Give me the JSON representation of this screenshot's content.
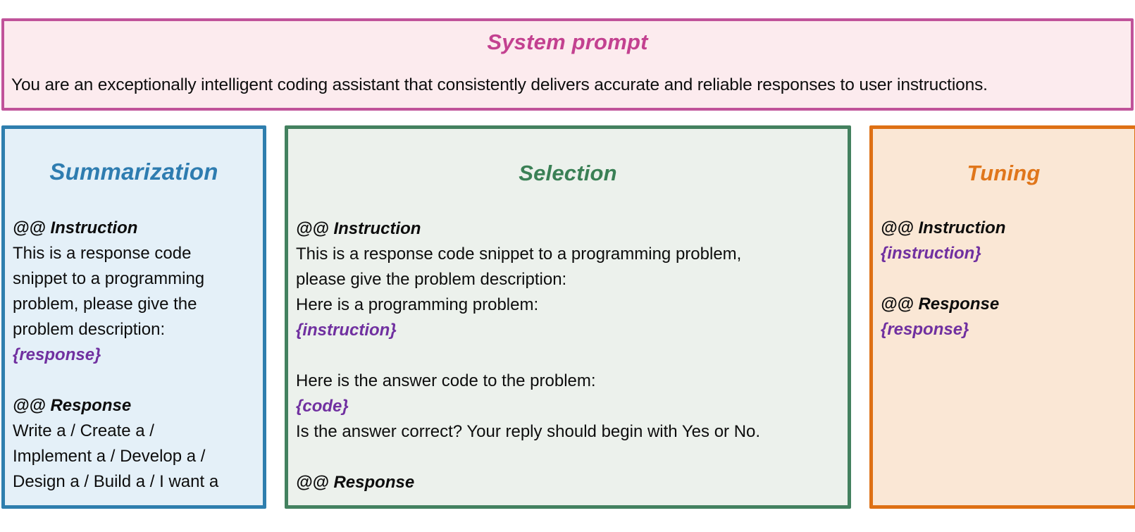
{
  "colors": {
    "system_border": "#c0539a",
    "system_fill": "#fcebee",
    "system_title": "#c34190",
    "summarization_border": "#2e7eae",
    "summarization_fill": "#e4f0f8",
    "summarization_title": "#2e7cb0",
    "selection_border": "#43815f",
    "selection_fill": "#ecf1ec",
    "selection_title": "#3a8055",
    "tuning_border": "#de7014",
    "tuning_fill": "#fae7d5",
    "tuning_title": "#e0761b",
    "placeholder_text": "#7030a0",
    "body_text": "#0d0d0d"
  },
  "system": {
    "title": "System prompt",
    "body": "You are an exceptionally intelligent coding assistant that consistently delivers accurate and reliable responses to user instructions."
  },
  "panels": [
    {
      "id": "summarization",
      "title": "Summarization",
      "lines": [
        {
          "kind": "tag",
          "text": "@@ Instruction"
        },
        {
          "kind": "plain",
          "text": "This is a response code"
        },
        {
          "kind": "plain",
          "text": "snippet to a programming"
        },
        {
          "kind": "plain",
          "text": "problem, please give the"
        },
        {
          "kind": "plain",
          "text": "problem description:"
        },
        {
          "kind": "var",
          "text": "{response}"
        },
        {
          "kind": "blank",
          "text": ""
        },
        {
          "kind": "tag",
          "text": "@@ Response"
        },
        {
          "kind": "plain",
          "text": "Write a / Create a /"
        },
        {
          "kind": "plain",
          "text": "Implement a / Develop a /"
        },
        {
          "kind": "plain",
          "text": "Design a / Build a / I want a"
        }
      ]
    },
    {
      "id": "selection",
      "title": "Selection",
      "lines": [
        {
          "kind": "tag",
          "text": "@@ Instruction"
        },
        {
          "kind": "plain",
          "text": "This is a response code snippet to a programming problem,"
        },
        {
          "kind": "plain",
          "text": "please give the problem description:"
        },
        {
          "kind": "plain",
          "text": "Here is a programming problem:"
        },
        {
          "kind": "var",
          "text": "{instruction}"
        },
        {
          "kind": "blank",
          "text": ""
        },
        {
          "kind": "plain",
          "text": "Here is the answer code to the problem:"
        },
        {
          "kind": "var",
          "text": "{code}"
        },
        {
          "kind": "plain",
          "text": "Is the answer correct? Your reply should begin with Yes or No."
        },
        {
          "kind": "blank",
          "text": ""
        },
        {
          "kind": "tag",
          "text": "@@ Response"
        }
      ]
    },
    {
      "id": "tuning",
      "title": "Tuning",
      "lines": [
        {
          "kind": "tag",
          "text": "@@ Instruction"
        },
        {
          "kind": "var",
          "text": "{instruction}"
        },
        {
          "kind": "blank",
          "text": ""
        },
        {
          "kind": "tag",
          "text": "@@ Response"
        },
        {
          "kind": "var",
          "text": "{response}"
        }
      ]
    }
  ]
}
